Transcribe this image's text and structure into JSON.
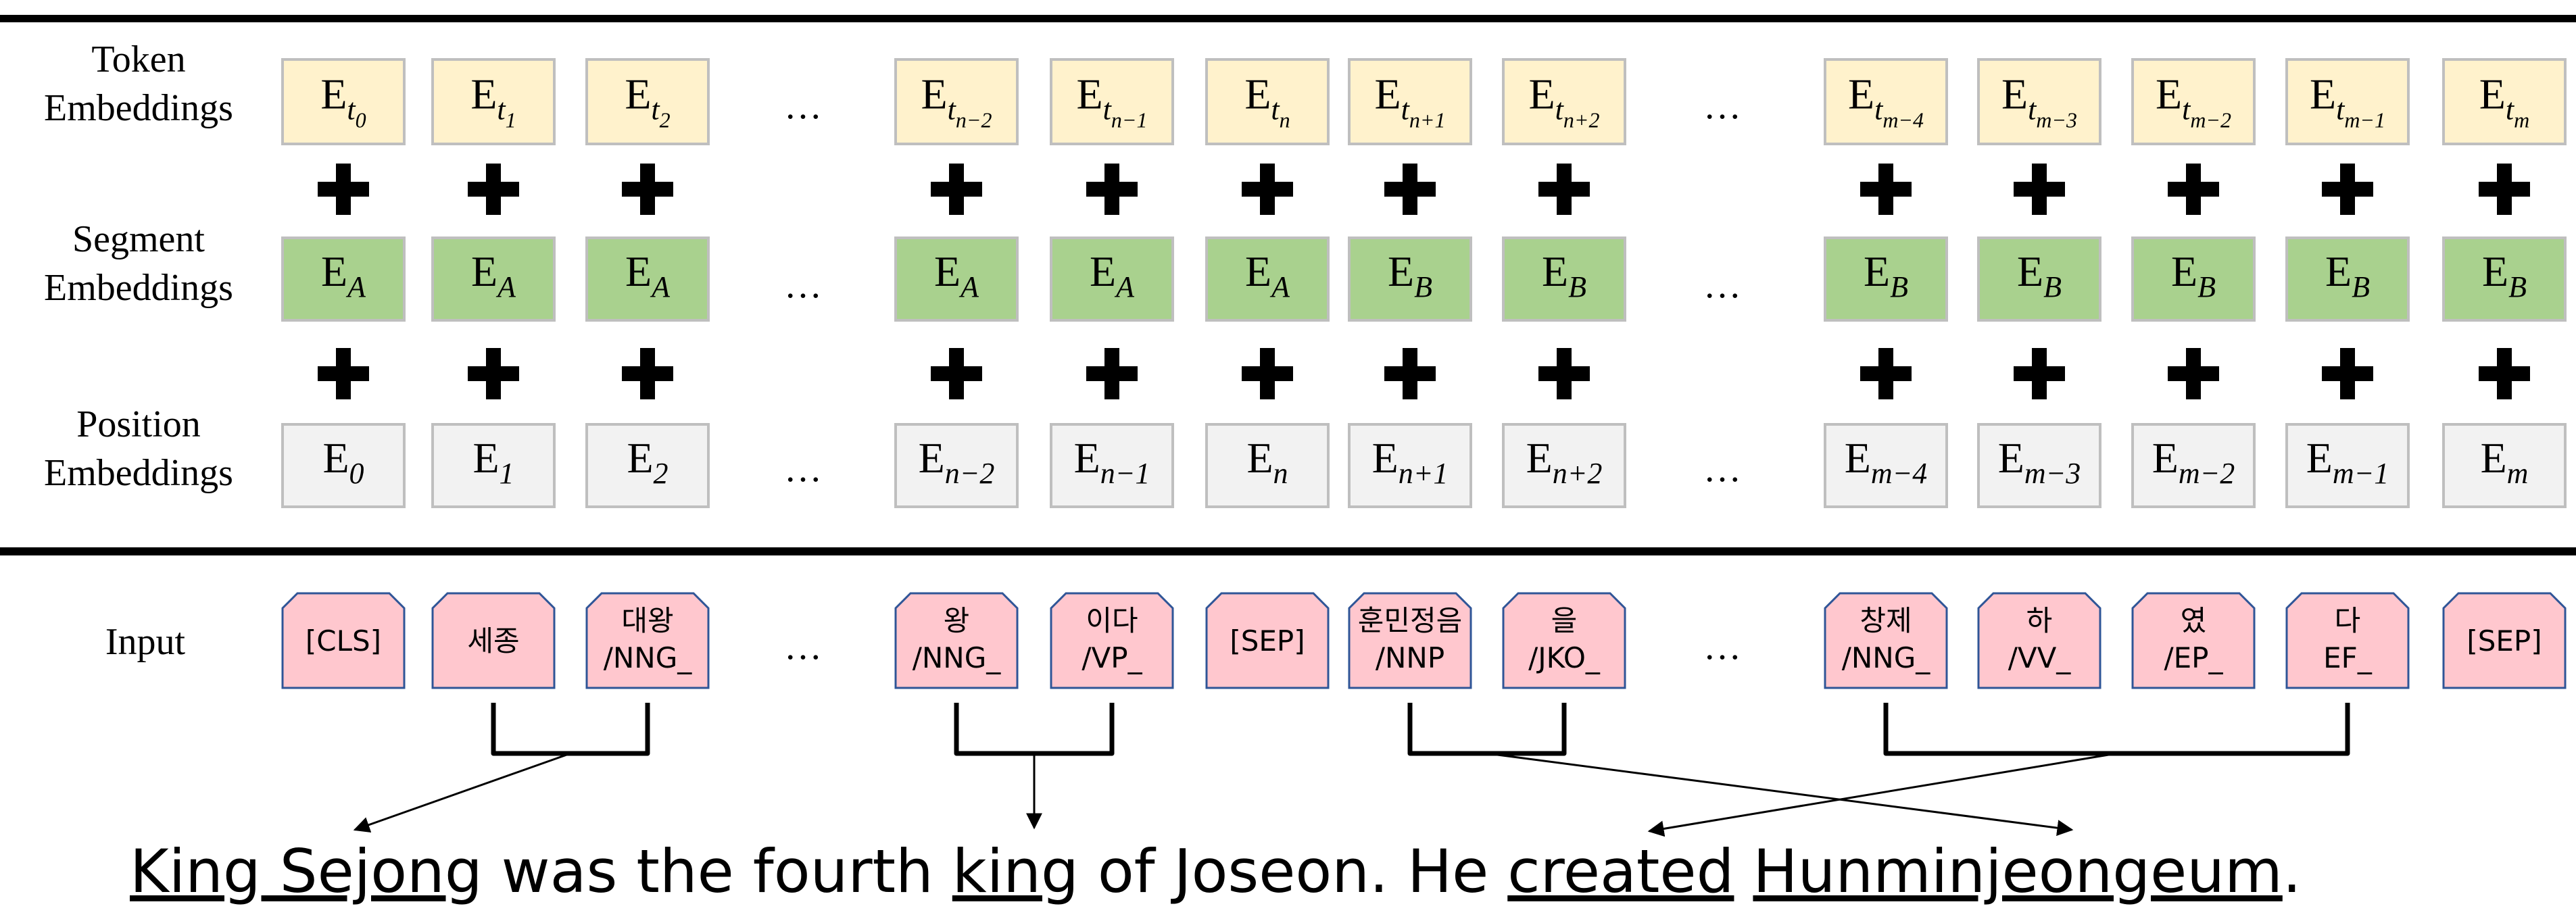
{
  "row_labels": {
    "token": [
      "Token",
      "Embeddings"
    ],
    "segment": [
      "Segment",
      "Embeddings"
    ],
    "position": [
      "Position",
      "Embeddings"
    ],
    "input": "Input"
  },
  "colors": {
    "token_fill": "#FFF2CC",
    "segment_fill": "#A9D18E",
    "position_fill": "#F2F2F2",
    "input_fill": "#FFC7CE",
    "input_stroke": "#2F5597",
    "box_stroke": "#BFBFBF",
    "rule": "#000000"
  },
  "ellipsis": "…",
  "columns": [
    {
      "token": {
        "base": "E",
        "sub": "t",
        "subsub": "0"
      },
      "segment": {
        "base": "E",
        "sub": "A"
      },
      "position": {
        "base": "E",
        "sub": "0"
      },
      "input": [
        "[CLS]"
      ]
    },
    {
      "token": {
        "base": "E",
        "sub": "t",
        "subsub": "1"
      },
      "segment": {
        "base": "E",
        "sub": "A"
      },
      "position": {
        "base": "E",
        "sub": "1"
      },
      "input": [
        "세종"
      ]
    },
    {
      "token": {
        "base": "E",
        "sub": "t",
        "subsub": "2"
      },
      "segment": {
        "base": "E",
        "sub": "A"
      },
      "position": {
        "base": "E",
        "sub": "2"
      },
      "input": [
        "대왕",
        "/NNG_"
      ]
    },
    {
      "token": {
        "base": "E",
        "sub": "t",
        "subsub": "n−2"
      },
      "segment": {
        "base": "E",
        "sub": "A"
      },
      "position": {
        "base": "E",
        "sub": "n−2"
      },
      "input": [
        "왕",
        "/NNG_"
      ]
    },
    {
      "token": {
        "base": "E",
        "sub": "t",
        "subsub": "n−1"
      },
      "segment": {
        "base": "E",
        "sub": "A"
      },
      "position": {
        "base": "E",
        "sub": "n−1"
      },
      "input": [
        "이다",
        "/VP_"
      ]
    },
    {
      "token": {
        "base": "E",
        "sub": "t",
        "subsub": "n"
      },
      "segment": {
        "base": "E",
        "sub": "A"
      },
      "position": {
        "base": "E",
        "sub": "n"
      },
      "input": [
        "[SEP]"
      ]
    },
    {
      "token": {
        "base": "E",
        "sub": "t",
        "subsub": "n+1"
      },
      "segment": {
        "base": "E",
        "sub": "B"
      },
      "position": {
        "base": "E",
        "sub": "n+1"
      },
      "input": [
        "훈민정음",
        "/NNP"
      ]
    },
    {
      "token": {
        "base": "E",
        "sub": "t",
        "subsub": "n+2"
      },
      "segment": {
        "base": "E",
        "sub": "B"
      },
      "position": {
        "base": "E",
        "sub": "n+2"
      },
      "input": [
        "을",
        "/JKO_"
      ]
    },
    {
      "token": {
        "base": "E",
        "sub": "t",
        "subsub": "m−4"
      },
      "segment": {
        "base": "E",
        "sub": "B"
      },
      "position": {
        "base": "E",
        "sub": "m−4"
      },
      "input": [
        "창제",
        "/NNG_"
      ]
    },
    {
      "token": {
        "base": "E",
        "sub": "t",
        "subsub": "m−3"
      },
      "segment": {
        "base": "E",
        "sub": "B"
      },
      "position": {
        "base": "E",
        "sub": "m−3"
      },
      "input": [
        "하",
        "/VV_"
      ]
    },
    {
      "token": {
        "base": "E",
        "sub": "t",
        "subsub": "m−2"
      },
      "segment": {
        "base": "E",
        "sub": "B"
      },
      "position": {
        "base": "E",
        "sub": "m−2"
      },
      "input": [
        "였",
        "/EP_"
      ]
    },
    {
      "token": {
        "base": "E",
        "sub": "t",
        "subsub": "m−1"
      },
      "segment": {
        "base": "E",
        "sub": "B"
      },
      "position": {
        "base": "E",
        "sub": "m−1"
      },
      "input": [
        "다",
        "EF_"
      ]
    },
    {
      "token": {
        "base": "E",
        "sub": "t",
        "subsub": "m"
      },
      "segment": {
        "base": "E",
        "sub": "B"
      },
      "position": {
        "base": "E",
        "sub": "m"
      },
      "input": [
        "[SEP]"
      ]
    }
  ],
  "sentence": [
    {
      "text": "King Sejong",
      "underline": true
    },
    {
      "text": " was the fourth ",
      "underline": false
    },
    {
      "text": "king",
      "underline": true
    },
    {
      "text": " of Joseon. He ",
      "underline": false
    },
    {
      "text": "created",
      "underline": true
    },
    {
      "text": " ",
      "underline": false
    },
    {
      "text": "Hunminjeongeum",
      "underline": true
    },
    {
      "text": ".",
      "underline": false
    }
  ]
}
